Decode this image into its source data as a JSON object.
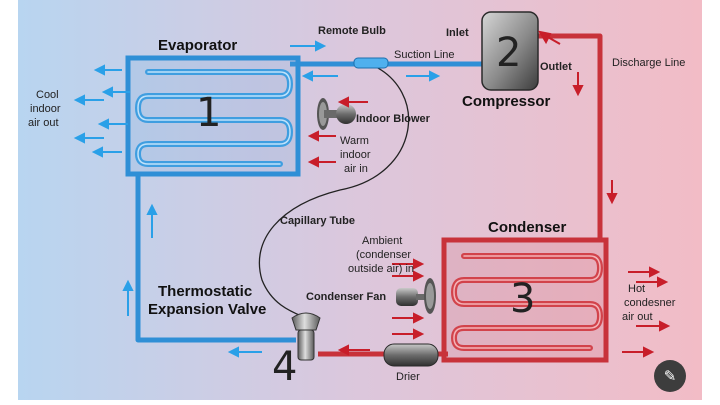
{
  "labels": {
    "evaporator": "Evaporator",
    "remote_bulb": "Remote Bulb",
    "inlet": "Inlet",
    "suction_line": "Suction Line",
    "outlet": "Outlet",
    "discharge_line": "Discharge Line",
    "compressor": "Compressor",
    "indoor_blower": "Indoor Blower",
    "warm_air": [
      "Warm",
      "indoor",
      "air in"
    ],
    "cool_air": [
      "Cool",
      "indoor",
      "air out"
    ],
    "capillary_tube": "Capillary Tube",
    "condenser": "Condenser",
    "ambient": [
      "Ambient",
      "(condenser",
      "outside air) in"
    ],
    "condenser_fan": "Condenser Fan",
    "hot_air": [
      "Hot",
      "condesner",
      "air out"
    ],
    "txv": [
      "Thermostatic",
      "Expansion Valve"
    ],
    "drier": "Drier"
  },
  "numbers": {
    "evaporator": "1",
    "compressor": "2",
    "condenser": "3",
    "txv": "4"
  },
  "icons": {
    "magic_button": "magic-wand-icon"
  },
  "colors": {
    "blue_pipe": "#2f8fd6",
    "red_pipe": "#c8323a",
    "arrow_blue": "#2aa0e8",
    "arrow_red": "#c81e2a",
    "bg_left": "#b9d6f0",
    "bg_right": "#f2bfc8"
  }
}
